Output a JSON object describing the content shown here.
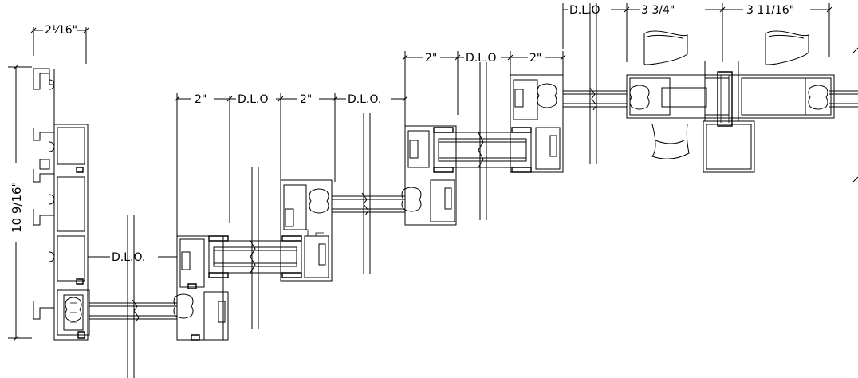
{
  "dimensions": {
    "left_width": "2⅟16\"",
    "left_height": "10 9/16\"",
    "dlo_1": "D.L.O.",
    "offset_2a": "2\"",
    "dlo_2": "D.L.O",
    "offset_2b": "2\"",
    "dlo_3": "D.L.O.",
    "offset_2c": "2\"",
    "dlo_4": "D.L.O",
    "offset_2d": "2\"",
    "dlo_5": "D.L.O",
    "vent_width": "3  3/4\"",
    "vent_width_2": "3  11/16\""
  }
}
